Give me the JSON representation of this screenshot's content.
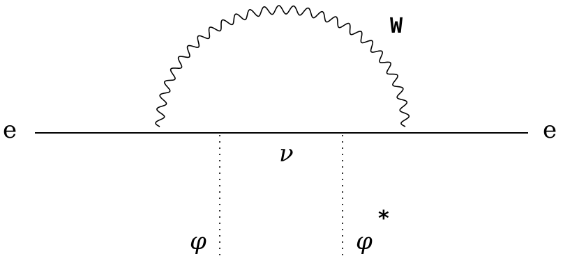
{
  "diagram": {
    "labels": {
      "electron_in": "e",
      "electron_out": "e",
      "w_boson": "W",
      "neutrino": "ν",
      "scalar": "φ",
      "scalar_conj": "φ",
      "conjugate_mark": "*"
    },
    "colors": {
      "line": "#000000",
      "background": "#ffffff"
    }
  }
}
